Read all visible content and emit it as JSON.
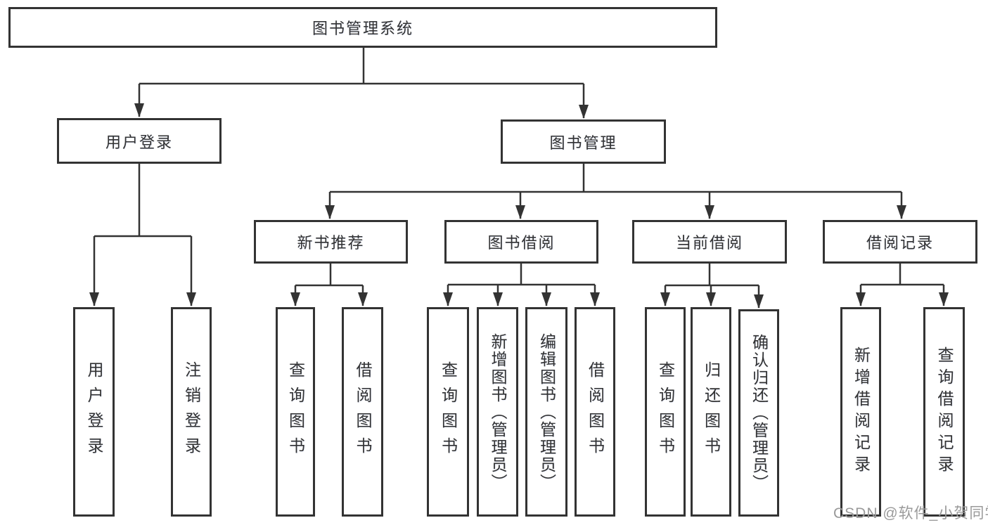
{
  "nodes": {
    "root": "图书管理系统",
    "level2": [
      "用户登录",
      "图书管理"
    ],
    "level3": [
      "新书推荐",
      "图书借阅",
      "当前借阅",
      "借阅记录"
    ],
    "leaves": [
      "用户登录",
      "注销登录",
      "查询图书",
      "借阅图书",
      "查询图书",
      "新增图书（管理员）",
      "编辑图书（管理员）",
      "借阅图书",
      "查询图书",
      "归还图书",
      "确认归还（管理员）",
      "新增借阅记录",
      "查询借阅记录"
    ]
  },
  "watermark": "CSDN @软件_小贺同学",
  "colors": {
    "line": "#333333",
    "box_border": "#333333",
    "box_fill": "#ffffff",
    "text": "#333333",
    "watermark": "#9a9a9a"
  }
}
